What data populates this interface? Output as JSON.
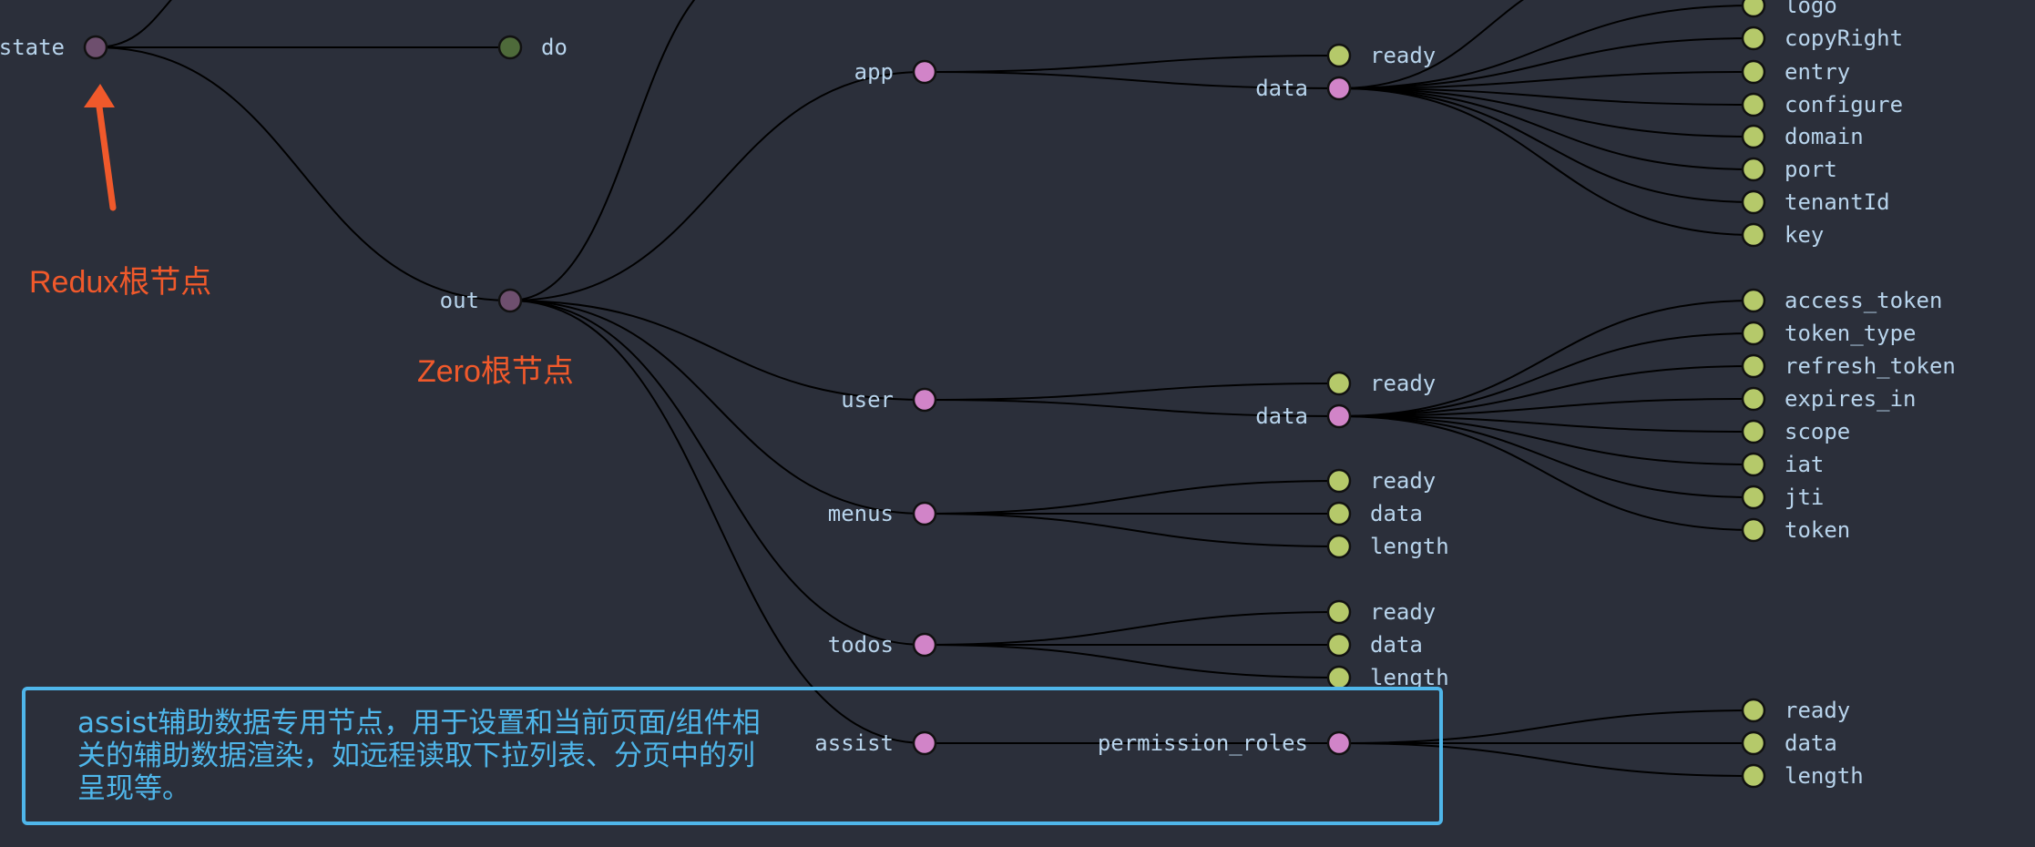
{
  "colors": {
    "background": "#2b2f3a",
    "label": "#b8d4ec",
    "link": "#000000",
    "root_node": "#6e4f6e",
    "do_node": "#4e6a3a",
    "branch_node": "#d184c8",
    "leaf_node": "#b5c96a",
    "annotation_red": "#f0592b",
    "annotation_blue": "#4fb6ea"
  },
  "tree": {
    "root": {
      "label": "state"
    },
    "do": {
      "label": "do"
    },
    "out": {
      "label": "out"
    },
    "app": {
      "label": "app",
      "ready": "ready",
      "data": "data",
      "data_fields": [
        "logo",
        "copyRight",
        "entry",
        "configure",
        "domain",
        "port",
        "tenantId",
        "key"
      ]
    },
    "user": {
      "label": "user",
      "ready": "ready",
      "data": "data",
      "data_fields": [
        "access_token",
        "token_type",
        "refresh_token",
        "expires_in",
        "scope",
        "iat",
        "jti",
        "token"
      ]
    },
    "menus": {
      "label": "menus",
      "children": [
        "ready",
        "data",
        "length"
      ]
    },
    "todos": {
      "label": "todos",
      "children": [
        "ready",
        "data",
        "length"
      ]
    },
    "assist": {
      "label": "assist",
      "permission_roles": "permission_roles",
      "children": [
        "ready",
        "data",
        "length"
      ]
    }
  },
  "annotations": {
    "redux_root": "Redux根节点",
    "zero_root": "Zero根节点",
    "assist_note": "assist辅助数据专用节点，用于设置和当前页面/组件相关的辅助数据渲染，如远程读取下拉列表、分页中的列呈现等。"
  }
}
